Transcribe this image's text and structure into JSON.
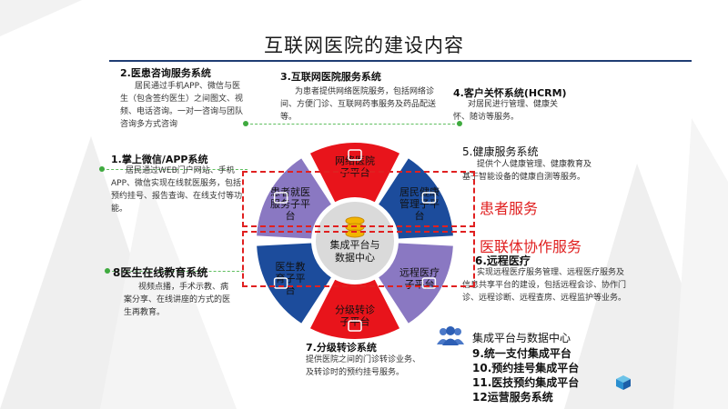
{
  "title": "互联网医院的建设内容",
  "hub": {
    "line1": "集成平台与",
    "line2": "数据中心"
  },
  "segments": [
    {
      "id": "top",
      "label": [
        "网络医院",
        "子平台"
      ]
    },
    {
      "id": "top-right",
      "label": [
        "居民健康",
        "管理子平",
        "台"
      ]
    },
    {
      "id": "right",
      "label": [
        "远程医疗",
        "子平台"
      ]
    },
    {
      "id": "bottom",
      "label": [
        "分级转诊",
        "子平台"
      ]
    },
    {
      "id": "left",
      "label": [
        "医生教",
        "育子平",
        "台"
      ]
    },
    {
      "id": "top-left",
      "label": [
        "患者就医",
        "服务子平",
        "台"
      ]
    }
  ],
  "blocks": {
    "b1": {
      "title": "1.掌上微信/APP系统",
      "desc": "居民通过WEB门户网站、手机APP、微信实现在线就医服务，包括预约挂号、报告查询、在线支付等功能。"
    },
    "b2": {
      "title": "2.医患咨询服务系统",
      "desc": "居民通过手机APP、微信与医生（包含签约医生）之间图文、视频、电话咨询。一对一咨询与团队咨询多方式咨询"
    },
    "b3": {
      "title": "3.互联网医院服务系统",
      "desc": "为患者提供网络医院服务，包括网络诊间、方便门诊、互联网药事服务及药品配送等。"
    },
    "b4": {
      "title": "4.客户关怀系统(HCRM)",
      "desc": "对居民进行管理、健康关怀、随访等服务。"
    },
    "b5": {
      "title": "5.健康服务系统",
      "desc": "提供个人健康管理、健康教育及基于智能设备的健康自测等服务。"
    },
    "b6": {
      "title": "6.远程医疗",
      "desc": "实现远程医疗服务管理、远程医疗服务及信息共享平台的建设，包括远程会诊、协作门诊、远程诊断、远程查房、远程监护等业务。"
    },
    "b7": {
      "title": "7.分级转诊系统",
      "desc": "提供医院之间的门诊转诊业务、及转诊时的预约挂号服务。"
    },
    "b8": {
      "title": "8医生在线教育系统",
      "desc": "视频点播，手术示教、病案分享、在线讲座的方式的医生再教育。"
    }
  },
  "group_labels": {
    "patient": "患者服务",
    "medical": "医联体协作服务"
  },
  "integration": {
    "heading": "集成平台与数据中心",
    "items": [
      "9.统一支付集成平台",
      "10.预约挂号集成平台",
      "11.医技预约集成平台",
      "12运营服务系统"
    ]
  },
  "colors": {
    "red": "#e8141b",
    "blue": "#1c4c9c",
    "purple": "#8a78c2",
    "hub": "#dadada",
    "dash": "#e02020",
    "accent": "#1f3d73"
  }
}
